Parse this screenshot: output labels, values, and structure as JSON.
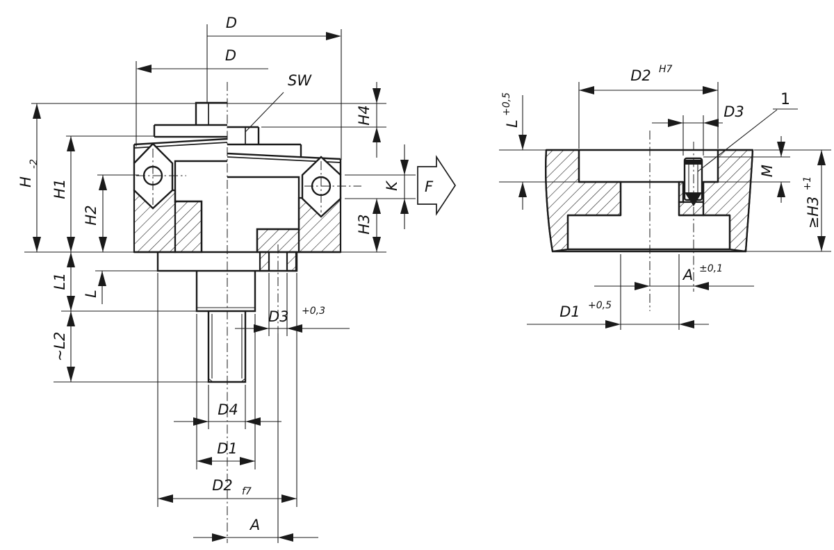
{
  "drawing": {
    "colors": {
      "line": "#1a1a1a",
      "background": "#ffffff"
    },
    "views": {
      "front": {
        "dims": {
          "d_upper": {
            "label": "D"
          },
          "d_lower": {
            "label": "D"
          },
          "sw": {
            "label": "SW"
          },
          "h4": {
            "label": "H4"
          },
          "k": {
            "label": "K"
          },
          "h3": {
            "label": "H3"
          },
          "force": {
            "label": "F"
          },
          "h": {
            "label": "H",
            "sub": "-2"
          },
          "h1": {
            "label": "H1"
          },
          "h2": {
            "label": "H2"
          },
          "l1": {
            "label": "L1"
          },
          "l": {
            "label": "L"
          },
          "l2": {
            "label": "~L2"
          },
          "d3": {
            "label": "D3",
            "sup": "+0,3"
          },
          "d4": {
            "label": "D4"
          },
          "d1": {
            "label": "D1"
          },
          "d2": {
            "label": "D2",
            "sub": "f7"
          },
          "a": {
            "label": "A"
          }
        }
      },
      "mounting": {
        "dims": {
          "l": {
            "label": "L",
            "sup": "+0,5"
          },
          "d2": {
            "label": "D2",
            "sup": "H7"
          },
          "d3": {
            "label": "D3"
          },
          "item": {
            "label": "1"
          },
          "m": {
            "label": "M"
          },
          "h3": {
            "label": "≥H3",
            "sup": "+1"
          },
          "a": {
            "label": "A",
            "sup": "±0,1"
          },
          "d1": {
            "label": "D1",
            "sup": "+0,5"
          }
        }
      }
    }
  }
}
